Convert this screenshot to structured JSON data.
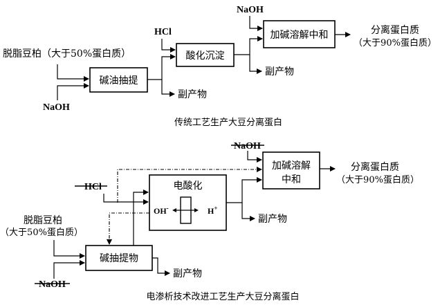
{
  "top": {
    "input_soy": "脱脂豆柏（大于50%蛋白质）",
    "input_naoh_1": "NaOH",
    "input_hcl": "HCl",
    "input_naoh_2": "NaOH",
    "box_extract": "碱油抽提",
    "box_acid": "酸化沉淀",
    "box_neutral": "加碱溶解中和",
    "byproduct_1": "副产物",
    "byproduct_2": "副产物",
    "output_line1": "分离蛋白质",
    "output_line2": "（大于90%蛋白质）",
    "caption": "传统工艺生产大豆分离蛋白"
  },
  "bottom": {
    "input_soy_line1": "脱脂豆柏",
    "input_soy_line2": "（大于50%蛋白质）",
    "input_naoh_bottom": "NaOH",
    "input_hcl": "HCl",
    "input_naoh_top": "NaOH",
    "box_extract": "碱抽提物",
    "box_electro": "电酸化",
    "electro_oh": "OH",
    "electro_oh_sup": "-",
    "electro_h": "H",
    "electro_h_sup": "+",
    "box_neutral_line1": "加碱溶解",
    "box_neutral_line2": "中和",
    "byproduct_1": "副产物",
    "byproduct_2": "副产物",
    "output_line1": "分离蛋白质",
    "output_line2": "（大于90%蛋白质）",
    "caption": "电渗析技术改进工艺生产大豆分离蛋白"
  }
}
